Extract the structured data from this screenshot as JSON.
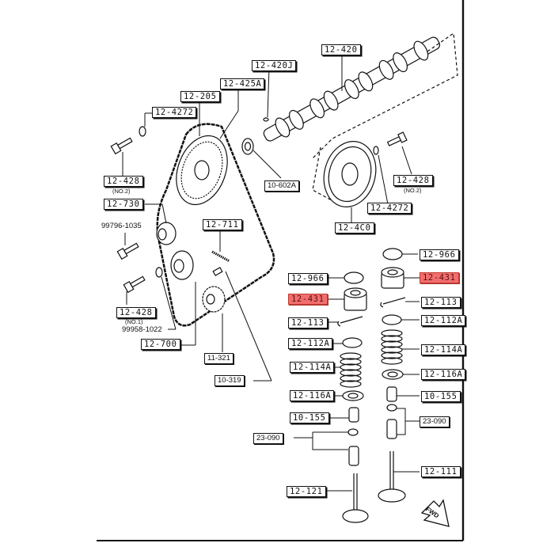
{
  "title": "Timing belt, camshaft and valve train exploded parts diagram",
  "accent_colors": {
    "highlight": "#f26e6e",
    "line": "#111111"
  },
  "labels": {
    "l_420j": "12-420J",
    "l_420": "12-420",
    "l_425a": "12-425A",
    "l_205": "12-205",
    "l_4272_left": "12-4272",
    "l_428_top_left": "12-428",
    "l_428_top_left_sub": "(NO.2)",
    "l_730": "12-730",
    "l_99796": "99796-1035",
    "l_711": "12-711",
    "l_428_mid_left": "12-428",
    "l_428_mid_left_sub": "(NO.1)",
    "l_99958": "99958-1022",
    "l_700": "12-700",
    "l_11321": "11-321",
    "l_10319": "10-319",
    "l_10602a": "10-602A",
    "l_4272_right": "12-4272",
    "l_428_right": "12-428",
    "l_428_right_sub": "(NO.2)",
    "l_4c0": "12-4C0",
    "l_966_right": "12-966",
    "l_431_right": "12-431",
    "l_113_right": "12-113",
    "l_112a_right": "12-112A",
    "l_114a_right": "12-114A",
    "l_116a_right": "12-116A",
    "l_155_right": "10-155",
    "l_23090_right": "23-090",
    "l_111": "12-111",
    "l_966_left": "12-966",
    "l_431_left": "12-431",
    "l_113_left": "12-113",
    "l_112a_left": "12-112A",
    "l_114a_left": "12-114A",
    "l_116a_left": "12-116A",
    "l_155_left": "10-155",
    "l_23090_left": "23-090",
    "l_121": "12-121",
    "fwd": "FWD"
  },
  "highlighted_parts": [
    "12-431"
  ]
}
